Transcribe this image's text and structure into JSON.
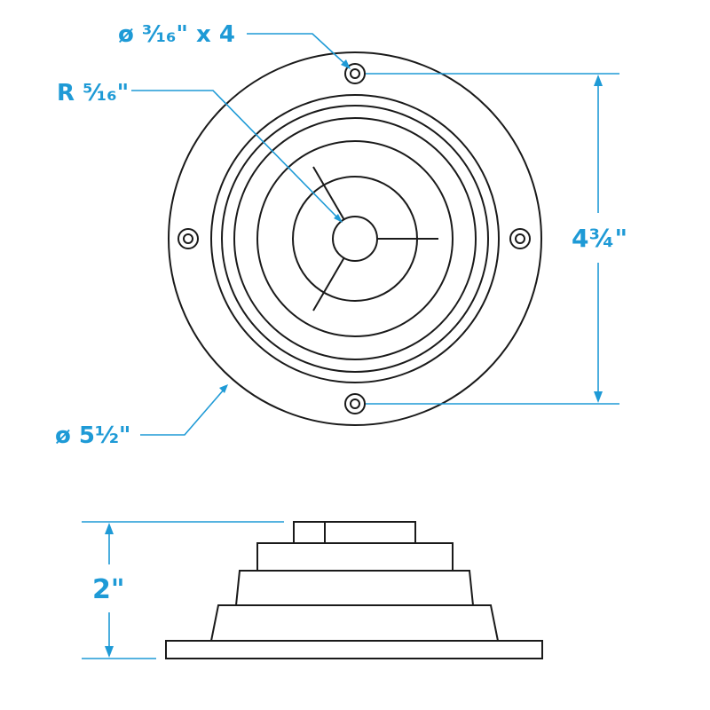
{
  "colors": {
    "dimension": "#1e9ad6",
    "outline": "#1a1a1a",
    "background": "#ffffff"
  },
  "labels": {
    "hole_diameter": "ø ³⁄₁₆\" x 4",
    "inner_radius": "R ⁵⁄₁₆\"",
    "hole_spacing": "4¾\"",
    "outer_diameter": "ø 5½\"",
    "height": "2\""
  }
}
